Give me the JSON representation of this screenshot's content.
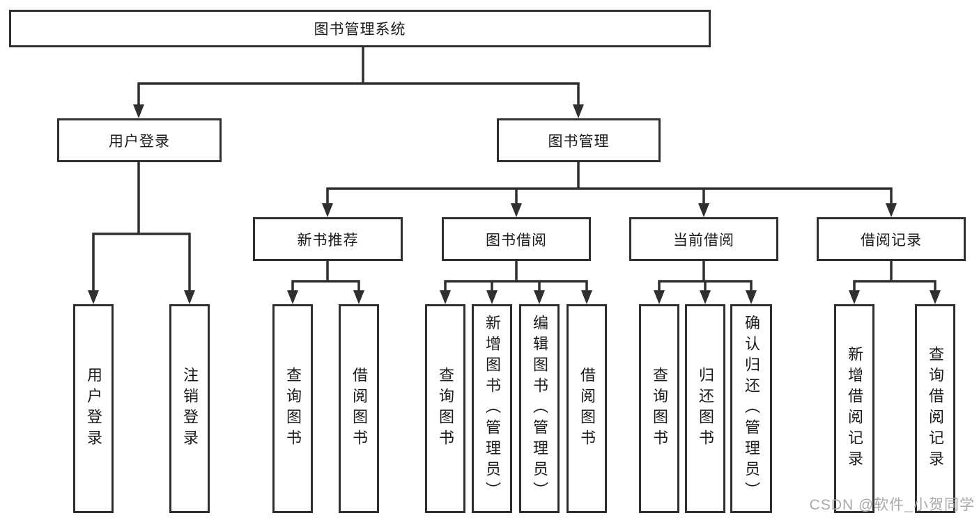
{
  "nodes": {
    "root": {
      "label": "图书管理系统"
    },
    "level2": [
      {
        "label": "用户登录"
      },
      {
        "label": "图书管理"
      }
    ],
    "level3": [
      {
        "label": "新书推荐"
      },
      {
        "label": "图书借阅"
      },
      {
        "label": "当前借阅"
      },
      {
        "label": "借阅记录"
      }
    ],
    "leaves": {
      "user_login": [
        {
          "label": "用户登录"
        },
        {
          "label": "注销登录"
        }
      ],
      "new_book": [
        {
          "label": "查询图书"
        },
        {
          "label": "借阅图书"
        }
      ],
      "book_borrow": [
        {
          "label": "查询图书"
        },
        {
          "label": "新增图书（管理员）"
        },
        {
          "label": "编辑图书（管理员）"
        },
        {
          "label": "借阅图书"
        }
      ],
      "current_borrow": [
        {
          "label": "查询图书"
        },
        {
          "label": "归还图书"
        },
        {
          "label": "确认归还（管理员）"
        }
      ],
      "borrow_records": [
        {
          "label": "新增借阅记录"
        },
        {
          "label": "查询借阅记录"
        }
      ]
    }
  },
  "watermark": "CSDN @软件_小贺同学",
  "colors": {
    "line": "#2f2f2f",
    "text": "#1b1b1b",
    "watermark": "#a9a9a9",
    "background": "#ffffff"
  }
}
